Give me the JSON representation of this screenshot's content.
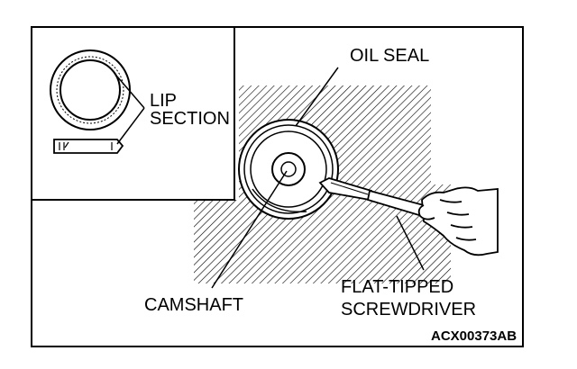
{
  "diagram": {
    "labels": {
      "oil_seal": "OIL SEAL",
      "lip_section_line1": "LIP",
      "lip_section_line2": "SECTION",
      "camshaft": "CAMSHAFT",
      "screwdriver_line1": "FLAT-TIPPED",
      "screwdriver_line2": "SCREWDRIVER"
    },
    "figure_code": "ACX00373AB"
  },
  "colors": {
    "line": "#000000",
    "background": "#ffffff"
  },
  "icons": [
    "oil-seal-icon",
    "camshaft-icon",
    "screwdriver-icon",
    "hand-icon"
  ]
}
